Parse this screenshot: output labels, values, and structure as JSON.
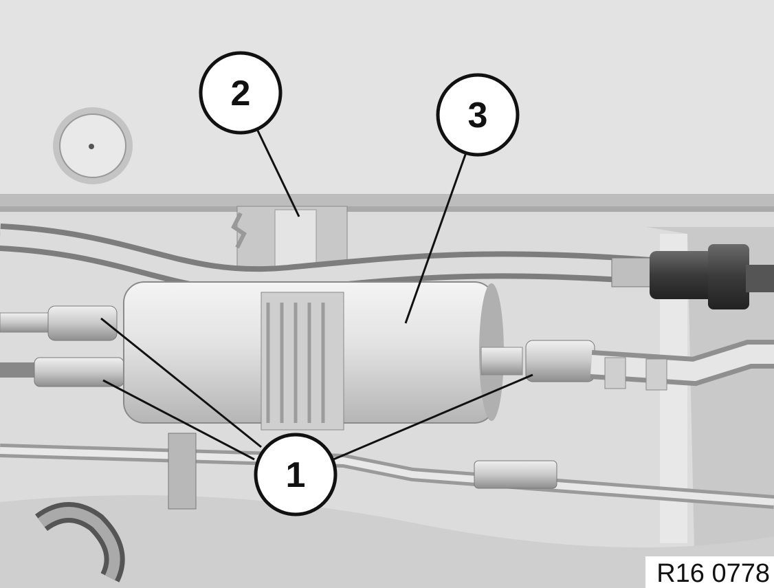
{
  "callouts": [
    {
      "number": "1",
      "target": "hose-connections"
    },
    {
      "number": "2",
      "target": "bracket-clip"
    },
    {
      "number": "3",
      "target": "fuel-filter"
    }
  ],
  "reference_code": "R16 0778",
  "colors": {
    "background": "#d9d9d9",
    "panel_light": "#e6e6e6",
    "line": "#111111",
    "label_bg": "#ffffff"
  }
}
